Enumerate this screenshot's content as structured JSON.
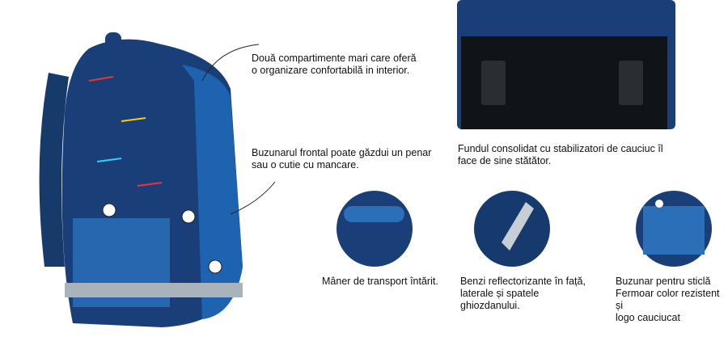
{
  "captions": {
    "compartments": "Două compartimente mari care oferă\no organizare confortabilă in interior.",
    "front_pocket": "Buzunarul frontal poate găzdui un penar\nsau o cutie cu mancare.",
    "bottom": "Fundul consolidat cu stabilizatori de cauciuc îl\nface de sine stătător.",
    "handle": "Mâner de transport întărit.",
    "reflective": "Benzi reflectorizante în față,\nlaterale și spatele\nghiozdanului.",
    "bottle": "Buzunar pentru sticlă\nFermoar color rezistent și\nlogo cauciucat"
  },
  "colors": {
    "navy": "#14305e",
    "blue": "#1d5fa8",
    "grey": "#9aa3ad"
  }
}
